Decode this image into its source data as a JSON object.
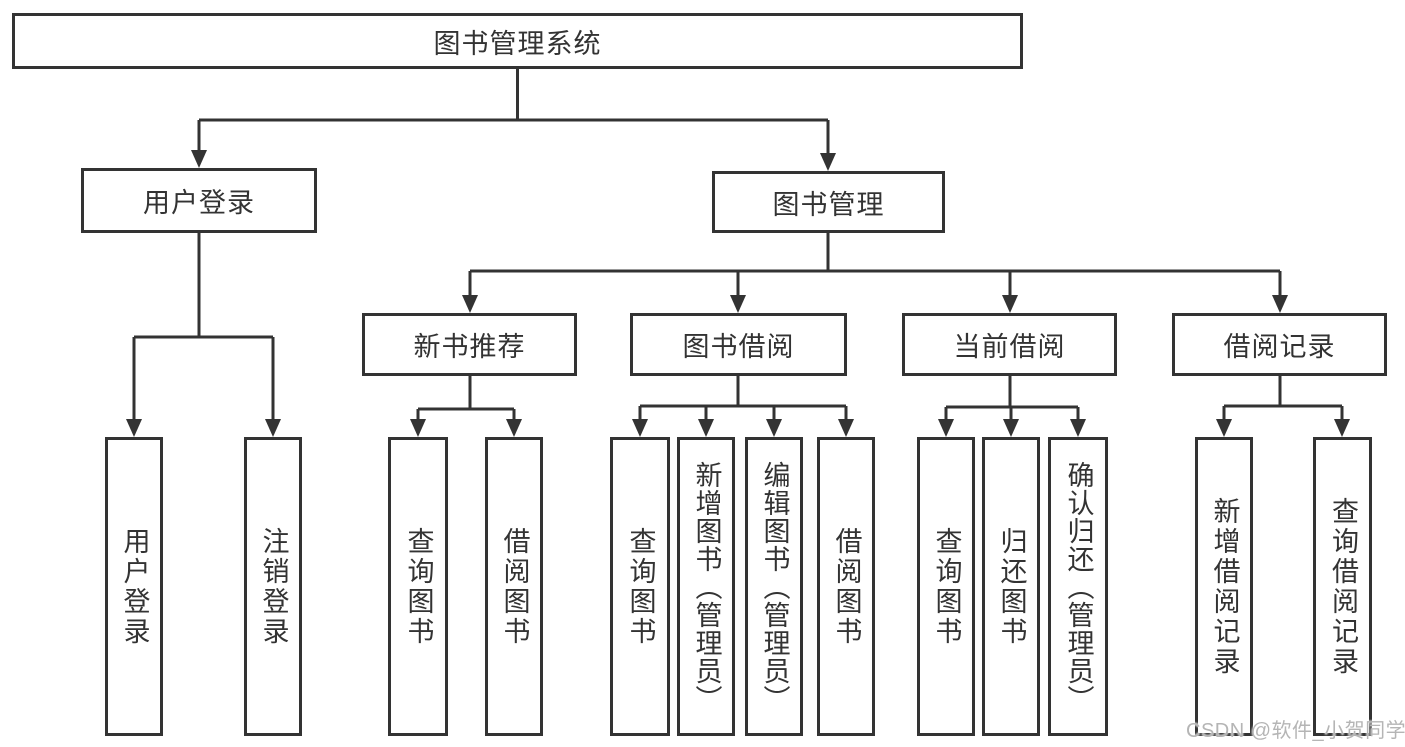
{
  "tree": {
    "root": {
      "label": "图书管理系统"
    },
    "branches": [
      {
        "label": "用户登录",
        "children": [
          {
            "label": "用户登录"
          },
          {
            "label": "注销登录"
          }
        ]
      },
      {
        "label": "图书管理",
        "children": [
          {
            "label": "新书推荐",
            "children": [
              {
                "label": "查询图书"
              },
              {
                "label": "借阅图书"
              }
            ]
          },
          {
            "label": "图书借阅",
            "children": [
              {
                "label": "查询图书"
              },
              {
                "label": "新增图书（管理员）"
              },
              {
                "label": "编辑图书（管理员）"
              },
              {
                "label": "借阅图书"
              }
            ]
          },
          {
            "label": "当前借阅",
            "children": [
              {
                "label": "查询图书"
              },
              {
                "label": "归还图书"
              },
              {
                "label": "确认归还（管理员）"
              }
            ]
          },
          {
            "label": "借阅记录",
            "children": [
              {
                "label": "新增借阅记录"
              },
              {
                "label": "查询借阅记录"
              }
            ]
          }
        ]
      }
    ]
  },
  "watermark": {
    "text": "CSDN @软件_小贺同学"
  },
  "colors": {
    "line": "#333333",
    "border": "#333333",
    "text": "#333333",
    "background": "#ffffff",
    "watermark": "#b5b5b5"
  }
}
